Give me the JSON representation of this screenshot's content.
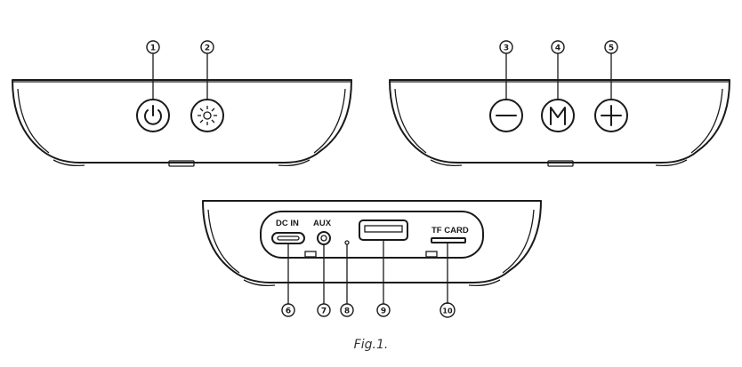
{
  "callouts": [
    "1",
    "2",
    "3",
    "4",
    "5",
    "6",
    "7",
    "8",
    "9",
    "10"
  ],
  "port_labels": {
    "dc_in": "DC IN",
    "aux": "AUX",
    "tf_card": "TF CARD"
  },
  "caption": "Fig.1.",
  "icons": [
    "power-icon",
    "light-icon",
    "minus-icon",
    "mode-m-icon",
    "plus-icon",
    "usb-c-port-icon",
    "aux-jack-icon",
    "indicator-led-icon",
    "usb-a-port-icon",
    "tf-card-slot-icon"
  ]
}
